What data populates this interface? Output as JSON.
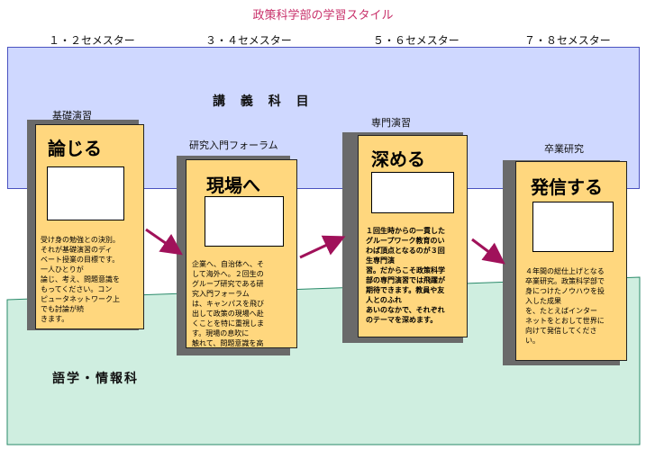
{
  "title": "政策科学部の学習スタイル",
  "semesters": [
    "１・２セメスター",
    "３・４セメスター",
    "５・６セメスター",
    "７・８セメスター"
  ],
  "bands": {
    "top_label": "講 義 科 目",
    "bottom_label": "語学・情報科"
  },
  "colors": {
    "top_band": "#cfd8ff",
    "bottom_band": "#cfeee0",
    "card": "#ffd77e",
    "arrow": "#a0115a",
    "title": "#c8306a"
  },
  "cards": [
    {
      "caption": "基礎演習",
      "heading": "論じる",
      "text": "受け身の勉強との決別。\nそれが基礎演習のディ\nベート授業の目標です。\n一人ひとりが\n論じ、考え、問題意識を\nもってください。コン\nピュータネットワーク上\nでも討論が続\nきます。"
    },
    {
      "caption": "研究入門フォーラム",
      "heading": "現場へ",
      "text": "企業へ、自治体へ、そ\nして海外へ。２回生の\nグループ研究である研\n究入門フォーラム\nは、キャンパスを飛び\n出して政策の現場へ赴\nくことを特に重視しま\nす。現場の息吹に\n触れて、問題意識を高\nめます。"
    },
    {
      "caption": "専門演習",
      "heading": "深める",
      "text": "１回生時からの一貫した\nグループワーク教育のい\nわば頂点となるのが３回\n生専門演\n習。だからこそ政策科学\n部の専門演習では飛躍が\n期待できます。教員や友\n人とのふれ\nあいのなかで、それぞれ\nのテーマを深めます。"
    },
    {
      "caption": "卒業研究",
      "heading": "発信する",
      "text": "４年間の総仕上げとなる\n卒業研究。政策科学部で\n身につけたノウハウを投\n入した成果\nを、たとえばインター\nネットをとおして世界に\n向けて発信してくださ\nい。"
    }
  ]
}
